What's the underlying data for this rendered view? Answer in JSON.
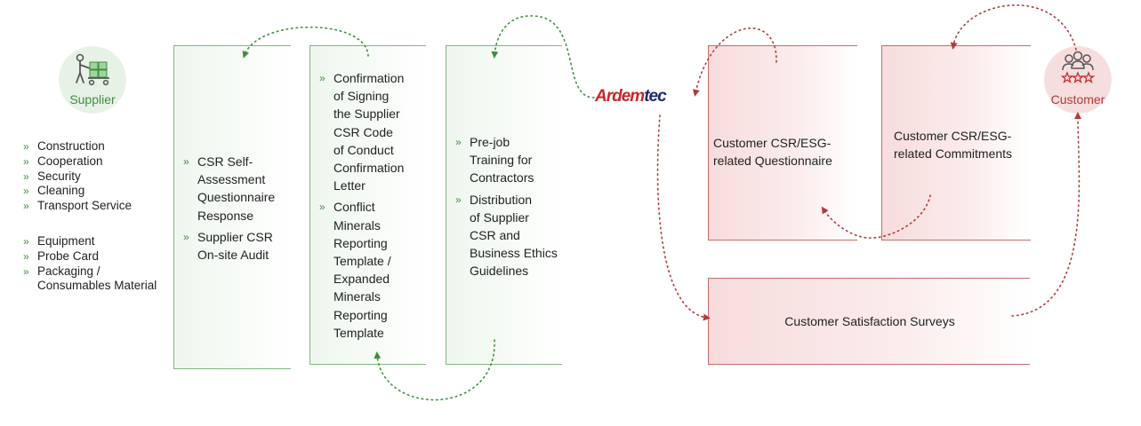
{
  "supplier": {
    "label": "Supplier",
    "icon": "supplier-cart-icon",
    "color": "#3f8f3f",
    "group1": [
      "Construction",
      "Cooperation",
      "Security",
      "Cleaning",
      "Transport Service"
    ],
    "group2": [
      "Equipment",
      "Probe Card",
      "Packaging /",
      "Consumables Material"
    ]
  },
  "supplier_boxes": [
    {
      "items": [
        [
          "CSR Self-",
          "Assessment",
          "Questionnaire",
          "Response"
        ],
        [
          "Supplier CSR",
          "On-site Audit"
        ]
      ]
    },
    {
      "items": [
        [
          "Confirmation",
          "of Signing",
          "the Supplier",
          "CSR Code",
          "of Conduct",
          "Confirmation",
          "Letter"
        ],
        [
          "Conflict",
          "Minerals",
          "Reporting",
          "Template /",
          "Expanded",
          "Minerals",
          "Reporting",
          "Template"
        ]
      ]
    },
    {
      "items": [
        [
          "Pre-job",
          "Training for",
          "Contractors"
        ],
        [
          "Distribution",
          "of Supplier",
          "CSR and",
          "Business Ethics",
          "Guidelines"
        ]
      ]
    }
  ],
  "company": {
    "logo_part1": "Ardem",
    "logo_part2": "tec",
    "color1": "#c62828",
    "color2": "#1e2a6e"
  },
  "customer_boxes": {
    "questionnaire": [
      "Customer CSR/ESG-",
      "related Questionnaire"
    ],
    "commitments": [
      "Customer CSR/ESG-",
      "related Commitments"
    ],
    "surveys": "Customer Satisfaction Surveys"
  },
  "customer": {
    "label": "Customer",
    "icon": "customer-group-stars-icon",
    "color": "#b33a3a"
  }
}
